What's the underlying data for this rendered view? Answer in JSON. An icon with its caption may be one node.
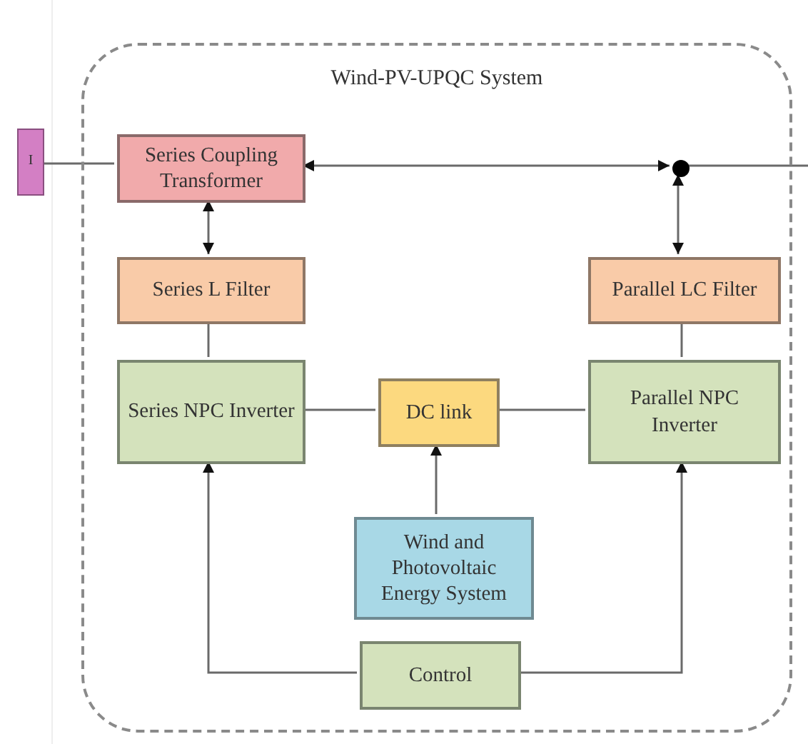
{
  "diagram": {
    "nodes": [
      {
        "text": [
          "Wind-PV-UPQC System"
        ]
      },
      {
        "text": [
          "I"
        ]
      },
      {
        "text": [
          "Series Coupling Transformer"
        ],
        "in": 0
      },
      {
        "text": [
          "Series L Filter"
        ],
        "in": 0
      },
      {
        "text": [
          "Parallel LC Filter"
        ],
        "in": 0
      },
      {
        "text": [
          "Series NPC Inverter"
        ],
        "in": 0
      },
      {
        "text": [
          "DC link"
        ],
        "in": 0
      },
      {
        "text": [
          "Parallel NPC Inverter"
        ],
        "in": 0
      },
      {
        "text": [
          "Wind and Photovoltaic Energy System"
        ],
        "in": 0
      },
      {
        "text": [
          "Control"
        ],
        "in": 0
      },
      {
        "text": [],
        "shape": "circle",
        "in": 0
      }
    ],
    "edges": [
      {
        "from": 1,
        "to": 2,
        "arrow": "none"
      },
      {
        "from": 10,
        "to": 2,
        "arrow": "both"
      },
      {
        "from": 10,
        "to": null,
        "arrow": "none"
      },
      {
        "from": 2,
        "to": 3,
        "arrow": "both"
      },
      {
        "from": 10,
        "to": 4,
        "arrow": "both"
      },
      {
        "from": 3,
        "to": 5,
        "arrow": "none"
      },
      {
        "from": 4,
        "to": 7,
        "arrow": "none"
      },
      {
        "from": 5,
        "to": 6,
        "arrow": "none"
      },
      {
        "from": 6,
        "to": 7,
        "arrow": "none"
      },
      {
        "from": 8,
        "to": 6,
        "arrow": "to"
      },
      {
        "from": 9,
        "to": 5,
        "arrow": "to"
      },
      {
        "from": 9,
        "to": 7,
        "arrow": "to"
      }
    ]
  }
}
